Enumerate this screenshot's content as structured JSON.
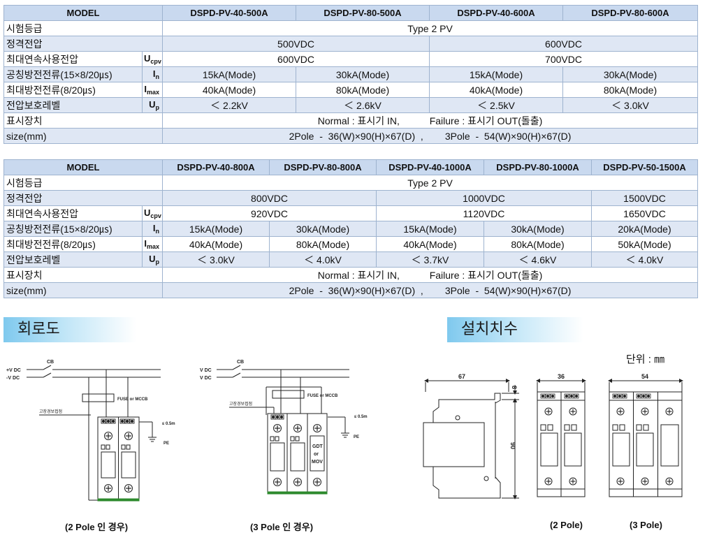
{
  "table1": {
    "model_label": "MODEL",
    "models": [
      "DSPD-PV-40-500A",
      "DSPD-PV-80-500A",
      "DSPD-PV-40-600A",
      "DSPD-PV-80-600A"
    ],
    "rows": {
      "test_class": {
        "label": "시험등급",
        "value": "Type  2  PV"
      },
      "rated_voltage": {
        "label": "정격전압",
        "values": [
          "500VDC",
          "600VDC"
        ]
      },
      "max_voltage": {
        "label": "최대연속사용전압",
        "sym": "U",
        "sub": "cpv",
        "values": [
          "600VDC",
          "700VDC"
        ]
      },
      "nominal_current": {
        "label": "공칭방전전류(15×8/20㎲)",
        "sym": "I",
        "sub": "n",
        "values": [
          "15kA(Mode)",
          "30kA(Mode)",
          "15kA(Mode)",
          "30kA(Mode)"
        ]
      },
      "max_current": {
        "label": "최대방전전류(8/20㎲)",
        "sym": "I",
        "sub": "max",
        "values": [
          "40kA(Mode)",
          "80kA(Mode)",
          "40kA(Mode)",
          "80kA(Mode)"
        ]
      },
      "protection_level": {
        "label": "전압보호레벨",
        "sym": "U",
        "sub": "p",
        "values": [
          "＜ 2.2kV",
          "＜ 2.6kV",
          "＜ 2.5kV",
          "＜ 3.0kV"
        ]
      },
      "indicator": {
        "label": "표시장치",
        "value": "Normal : 표시기 IN,           Failure : 표시기 OUT(돌출)"
      },
      "size": {
        "label": "size(mm)",
        "value": "2Pole  -  36(W)×90(H)×67(D)  ,        3Pole  -  54(W)×90(H)×67(D)"
      }
    }
  },
  "table2": {
    "model_label": "MODEL",
    "models": [
      "DSPD-PV-40-800A",
      "DSPD-PV-80-800A",
      "DSPD-PV-40-1000A",
      "DSPD-PV-80-1000A",
      "DSPD-PV-50-1500A"
    ],
    "rows": {
      "test_class": {
        "label": "시험등급",
        "value": "Type  2  PV"
      },
      "rated_voltage": {
        "label": "정격전압",
        "values": [
          "800VDC",
          "1000VDC",
          "1500VDC"
        ]
      },
      "max_voltage": {
        "label": "최대연속사용전압",
        "sym": "U",
        "sub": "cpv",
        "values": [
          "920VDC",
          "1120VDC",
          "1650VDC"
        ]
      },
      "nominal_current": {
        "label": "공칭방전전류(15×8/20㎲)",
        "sym": "I",
        "sub": "n",
        "values": [
          "15kA(Mode)",
          "30kA(Mode)",
          "15kA(Mode)",
          "30kA(Mode)",
          "20kA(Mode)"
        ]
      },
      "max_current": {
        "label": "최대방전전류(8/20㎲)",
        "sym": "I",
        "sub": "max",
        "values": [
          "40kA(Mode)",
          "80kA(Mode)",
          "40kA(Mode)",
          "80kA(Mode)",
          "50kA(Mode)"
        ]
      },
      "protection_level": {
        "label": "전압보호레벨",
        "sym": "U",
        "sub": "p",
        "values": [
          "＜ 3.0kV",
          "＜ 4.0kV",
          "＜ 3.7kV",
          "＜ 4.6kV",
          "＜ 4.0kV"
        ]
      },
      "indicator": {
        "label": "표시장치",
        "value": "Normal : 표시기 IN,           Failure : 표시기 OUT(돌출)"
      },
      "size": {
        "label": "size(mm)",
        "value": "2Pole  -  36(W)×90(H)×67(D)  ,        3Pole  -  54(W)×90(H)×67(D)"
      }
    }
  },
  "circuit": {
    "title": "회로도",
    "cb": "CB",
    "pv_plus_2": "+V DC",
    "pv_minus_2": "-V DC",
    "vdc": "V DC",
    "fuse": "FUSE or MCCB",
    "alarm_contact": "고장경보접점",
    "ground_dist": "≤ 0.5m",
    "pe": "PE",
    "gdt_1": "GDT",
    "gdt_2": "or",
    "gdt_3": "MOV",
    "caption_2pole": "(2 Pole 인 경우)",
    "caption_3pole": "(3 Pole 인 경우)"
  },
  "dimensions": {
    "title": "설치치수",
    "unit": "단위 : ㎜",
    "depth": "67",
    "top": "8",
    "height": "90",
    "width_2pole": "36",
    "width_3pole": "54",
    "caption_2pole": "(2 Pole)",
    "caption_3pole": "(3 Pole)"
  }
}
